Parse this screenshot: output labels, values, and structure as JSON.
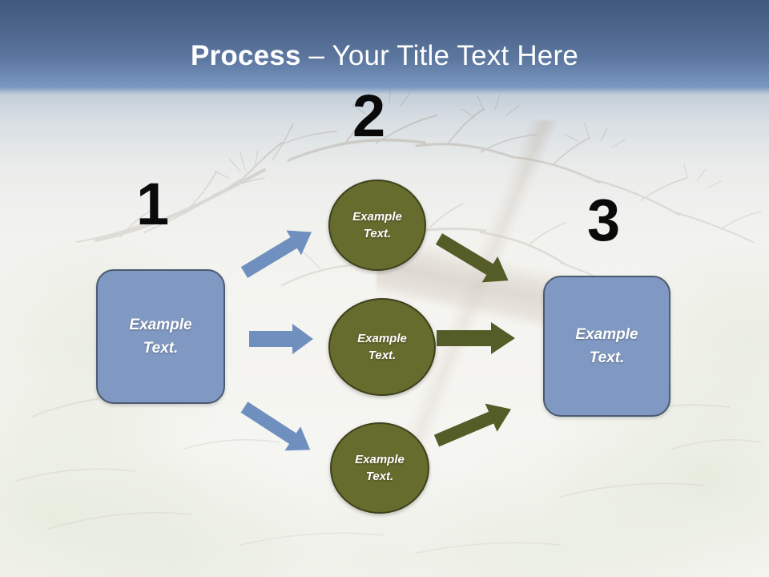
{
  "slide": {
    "title": {
      "bold_part": "Process",
      "rest": " – Your Title Text Here"
    },
    "background": {
      "description": "baobab-tree-photo",
      "sky_top_color": "#41587c",
      "sky_bottom_color": "#e6e6dc"
    }
  },
  "steps": [
    {
      "number": "1",
      "label": "step-1"
    },
    {
      "number": "2",
      "label": "step-2"
    },
    {
      "number": "3",
      "label": "step-3"
    }
  ],
  "boxes": {
    "left": {
      "text_line1": "Example",
      "text_line2": "Text.",
      "fill": "#8099c2",
      "border": "#4c5a72"
    },
    "right": {
      "text_line1": "Example",
      "text_line2": "Text.",
      "fill": "#8099c2",
      "border": "#4c5a72"
    }
  },
  "circles": [
    {
      "text_line1": "Example",
      "text_line2": "Text.",
      "fill": "#666b2e",
      "border": "#3e411a"
    },
    {
      "text_line1": "Example",
      "text_line2": "Text.",
      "fill": "#666b2e",
      "border": "#3e411a"
    },
    {
      "text_line1": "Example",
      "text_line2": "Text.",
      "fill": "#666b2e",
      "border": "#3e411a"
    }
  ],
  "arrows": {
    "blue_color": "#6f90bf",
    "olive_color": "#545c28",
    "items": [
      {
        "name": "arrow-box-to-circle-top",
        "color": "#6f90bf",
        "direction": "up-right"
      },
      {
        "name": "arrow-box-to-circle-middle",
        "color": "#6f90bf",
        "direction": "right"
      },
      {
        "name": "arrow-box-to-circle-bottom",
        "color": "#6f90bf",
        "direction": "down-right"
      },
      {
        "name": "arrow-circle-top-to-box",
        "color": "#545c28",
        "direction": "down-right"
      },
      {
        "name": "arrow-circle-middle-to-box",
        "color": "#545c28",
        "direction": "right"
      },
      {
        "name": "arrow-circle-bottom-to-box",
        "color": "#545c28",
        "direction": "up-right"
      }
    ]
  }
}
